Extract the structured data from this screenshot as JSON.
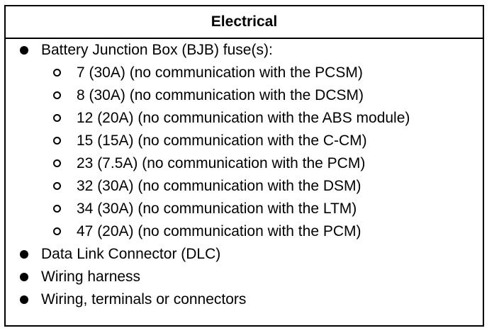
{
  "header": {
    "title": "Electrical"
  },
  "items": {
    "bjb": "Battery Junction Box (BJB) fuse(s):",
    "fuses": [
      "7 (30A) (no communication with the PCSM)",
      "8 (30A) (no communication with the DCSM)",
      "12 (20A) (no communication with the ABS module)",
      "15 (15A) (no communication with the C-CM)",
      "23 (7.5A) (no communication with the PCM)",
      "32 (30A) (no communication with the DSM)",
      "34 (30A) (no communication with the LTM)",
      "47 (20A) (no communication with the PCM)"
    ],
    "dlc": "Data Link Connector (DLC)",
    "harness": "Wiring harness",
    "wiring": "Wiring, terminals or connectors"
  }
}
